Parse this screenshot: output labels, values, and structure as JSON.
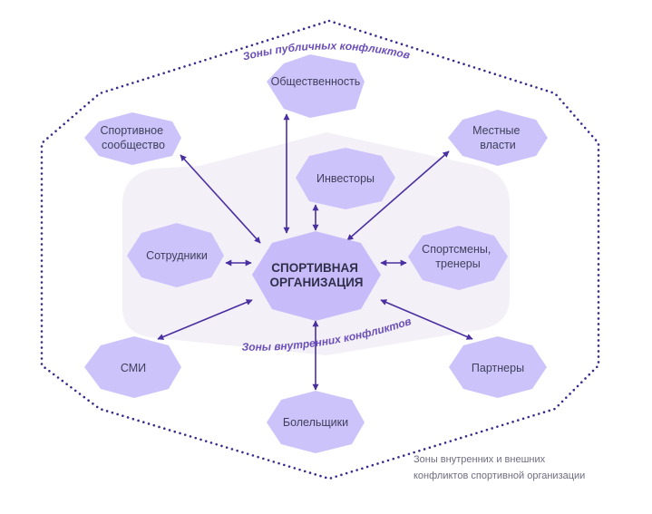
{
  "zones": {
    "public_label": "Зоны публичных конфликтов",
    "internal_label": "Зоны внутренних конфликтов"
  },
  "nodes": {
    "center": [
      "СПОРТИВНАЯ",
      "ОРГАНИЗАЦИЯ"
    ],
    "public": [
      "Общественность"
    ],
    "sport_community": [
      "Спортивное",
      "сообщество"
    ],
    "local_authorities": [
      "Местные",
      "власти"
    ],
    "investors": [
      "Инвесторы"
    ],
    "employees": [
      "Сотрудники"
    ],
    "athletes": [
      "Спортсмены,",
      "тренеры"
    ],
    "media": [
      "СМИ"
    ],
    "partners": [
      "Партнеры"
    ],
    "fans": [
      "Болельщики"
    ]
  },
  "caption": {
    "line1": "Зоны внутренних и внешних",
    "line2": "конфликтов спортивной организации"
  },
  "colors": {
    "hex_fill": "#cdc3fb",
    "center_fill": "#c7bcf9",
    "inner_zone": "#f3f0f8",
    "arrow": "#4a2fa0",
    "dots": "#3b2a8c",
    "zone_text": "#6b4fb8"
  }
}
